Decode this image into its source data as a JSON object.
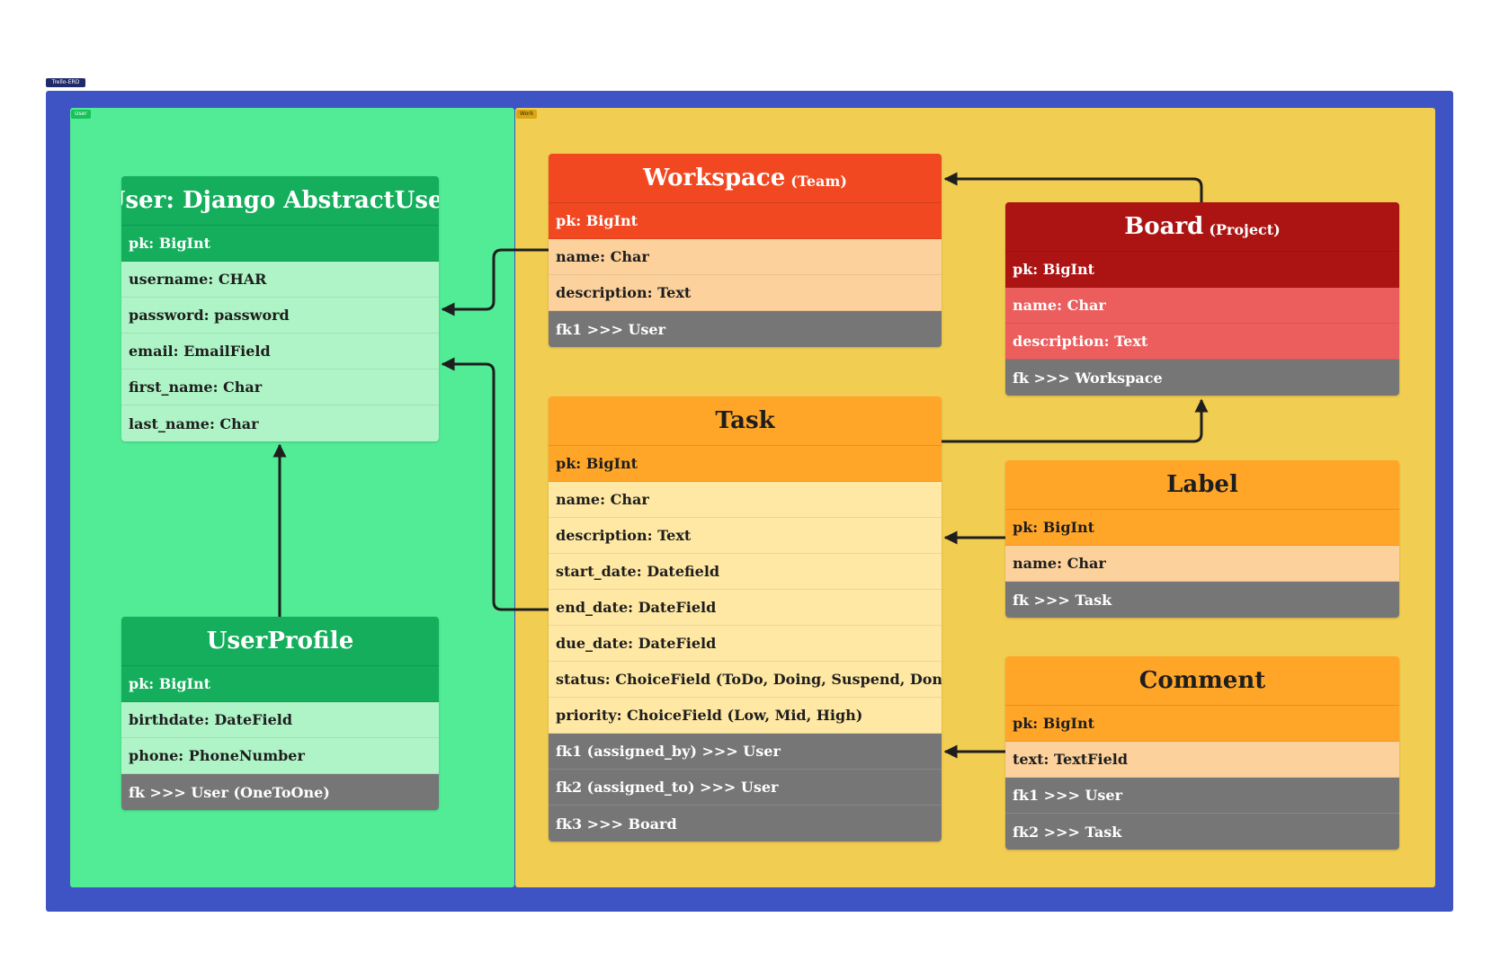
{
  "frame": {
    "label": "Trello-ERD"
  },
  "sections": {
    "user": "User",
    "work": "Work"
  },
  "tables": {
    "user": {
      "title": "User: Django AbstractUser",
      "pk": "pk: BigInt",
      "fields": [
        "username: CHAR",
        "password: password",
        "email: EmailField",
        "first_name: Char",
        "last_name: Char"
      ]
    },
    "userprofile": {
      "title": "UserProfile",
      "pk": "pk: BigInt",
      "fields": [
        "birthdate: DateField",
        "phone: PhoneNumber"
      ],
      "fks": [
        "fk >>> User (OneToOne)"
      ]
    },
    "workspace": {
      "title": "Workspace",
      "subtitle": "(Team)",
      "pk": "pk: BigInt",
      "fields": [
        "name: Char",
        "description: Text"
      ],
      "fks": [
        "fk1 >>> User"
      ]
    },
    "board": {
      "title": "Board",
      "subtitle": "(Project)",
      "pk": "pk: BigInt",
      "fields": [
        "name: Char",
        "description: Text"
      ],
      "fks": [
        "fk >>> Workspace"
      ]
    },
    "task": {
      "title": "Task",
      "pk": "pk: BigInt",
      "fields": [
        "name: Char",
        "description: Text",
        "start_date: Datefield",
        "end_date: DateField",
        "due_date: DateField",
        "status: ChoiceField (ToDo, Doing, Suspend, Done)",
        "priority: ChoiceField (Low, Mid, High)"
      ],
      "fks": [
        "fk1 (assigned_by) >>> User",
        "fk2 (assigned_to) >>> User",
        "fk3 >>> Board"
      ]
    },
    "label": {
      "title": "Label",
      "pk": "pk: BigInt",
      "fields": [
        "name: Char"
      ],
      "fks": [
        "fk >>> Task"
      ]
    },
    "comment": {
      "title": "Comment",
      "pk": "pk: BigInt",
      "fields": [
        "text: TextField"
      ],
      "fks": [
        "fk1 >>> User",
        "fk2 >>> Task"
      ]
    }
  },
  "colors": {
    "frame": "#3f54c4",
    "user_section": "#51ec95",
    "work_section": "#f1cd51",
    "fk_row": "#767676",
    "connector": "#1e1e1e"
  }
}
